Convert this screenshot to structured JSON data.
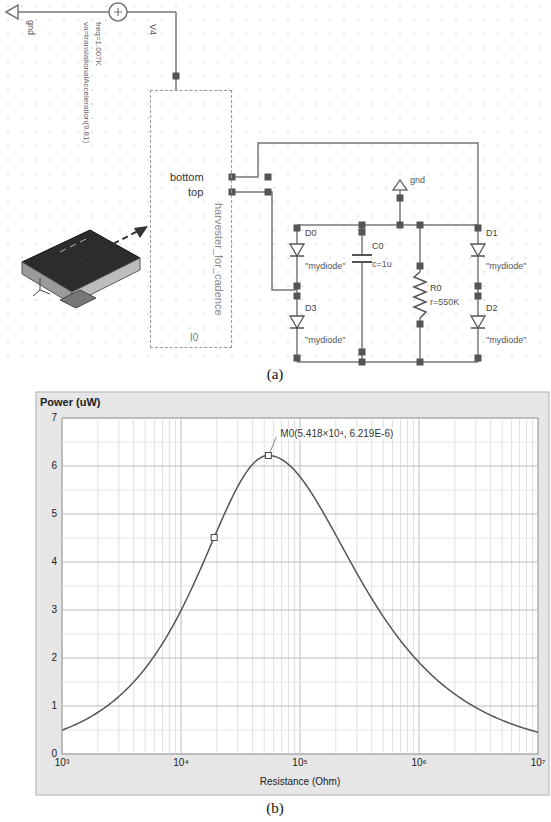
{
  "diagram": {
    "nodes": [
      {
        "text": [
          "harvester_for_cadence"
        ]
      }
    ],
    "labels": [
      "gnd",
      "V4",
      "va=translationalAcceleration(9.81)",
      "freq=1.007K",
      "I0",
      "bottom",
      "top",
      "gnd",
      "D0",
      "\"mydiode\"",
      "C0",
      "c=1u",
      "R0",
      "r=550K",
      "D1",
      "\"mydiode\"",
      "D3",
      "\"mydiode\"",
      "D2",
      "\"mydiode\"",
      "(a)",
      "Power (uW)",
      "0",
      "1",
      "2",
      "3",
      "4",
      "5",
      "6",
      "7",
      "10³",
      "10⁴",
      "10⁵",
      "10⁶",
      "10⁷",
      "Resistance (Ohm)",
      "M0(5.418×10⁴, 6.219E-6)",
      "(b)"
    ]
  }
}
